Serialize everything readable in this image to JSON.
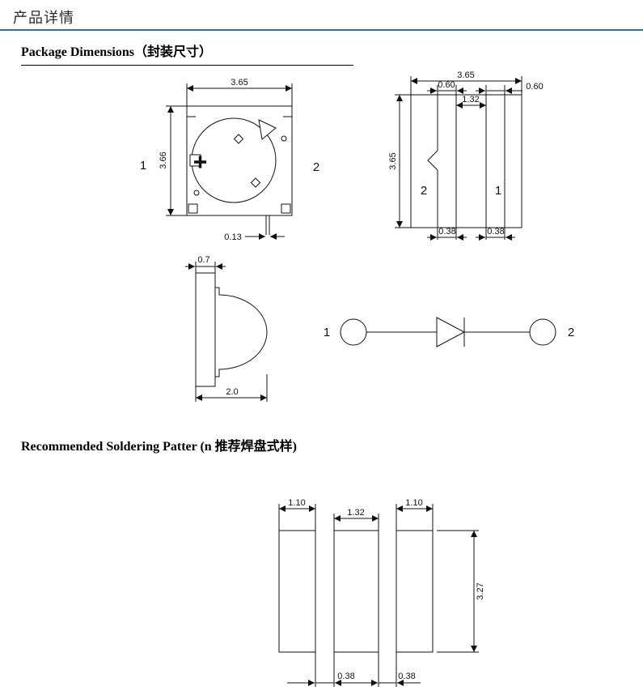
{
  "page": {
    "title": "产品详情"
  },
  "sections": {
    "package_dimensions": "Package Dimensions（封装尺寸）",
    "soldering_pattern": "Recommended Soldering Patter (n 推荐焊盘式样)"
  },
  "colors": {
    "divider_blue": "#2d6fb5",
    "line": "#111111"
  },
  "top_view": {
    "dim_width": "3.65",
    "dim_height": "3.66",
    "dim_lead": "0.13",
    "pin_left": "1",
    "pin_right": "2"
  },
  "bottom_view": {
    "dim_width": "3.65",
    "dim_height": "3.65",
    "dim_pad_left": "0.60",
    "dim_pad_right": "0.60",
    "dim_gap": "1.32",
    "dim_bottom_left": "0.38",
    "dim_bottom_right": "0.38",
    "pin_left": "2",
    "pin_right": "1"
  },
  "side_view": {
    "dim_top": "0.7",
    "dim_bottom": "2.0"
  },
  "circuit": {
    "pin_left": "1",
    "pin_right": "2"
  },
  "solder_pattern": {
    "dim_pad_left": "1.10",
    "dim_pad_center": "1.32",
    "dim_pad_right": "1.10",
    "dim_height": "3.27",
    "dim_gap_left": "0.38",
    "dim_gap_right": "0.38"
  }
}
